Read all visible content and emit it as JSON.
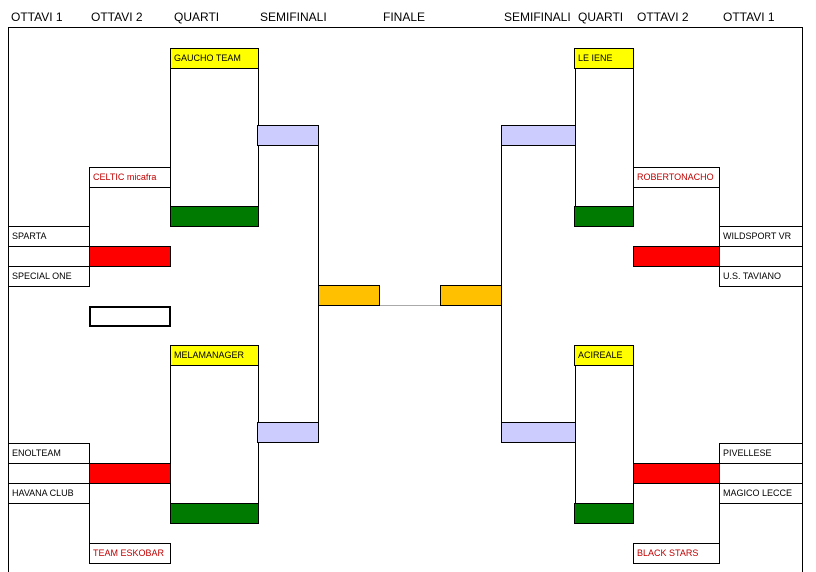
{
  "headers": {
    "left_ottavi1": "OTTAVI 1",
    "left_ottavi2": "OTTAVI 2",
    "left_quarti": "QUARTI",
    "left_semifinali": "SEMIFINALI",
    "finale": "FINALE",
    "right_semifinali": "SEMIFINALI",
    "right_quarti": "QUARTI",
    "right_ottavi2": "OTTAVI 2",
    "right_ottavi1": "OTTAVI 1"
  },
  "left": {
    "ottavi1": [
      "SPARTA",
      "SPECIAL ONE",
      "ENOLTEAM",
      "HAVANA CLUB"
    ],
    "ottavi2": [
      "CELTIC micafra",
      "TEAM ESKOBAR"
    ],
    "quarti": [
      "GAUCHO TEAM",
      "MELAMANAGER"
    ]
  },
  "right": {
    "ottavi1": [
      "WILDSPORT VR",
      "U.S. TAVIANO",
      "PIVELLESE",
      "MAGICO LECCE"
    ],
    "ottavi2": [
      "ROBERTONACHO",
      "BLACK STARS"
    ],
    "quarti": [
      "LE IENE",
      "ACIREALE"
    ]
  },
  "colors": {
    "quarti_team_fill": "#ffff00",
    "quarti_winner_fill": "#007a00",
    "ottavi_winner_fill": "#ff0000",
    "semifinal_fill": "#ccccff",
    "final_fill": "#ffc000",
    "seeded_text": "#c00000"
  }
}
